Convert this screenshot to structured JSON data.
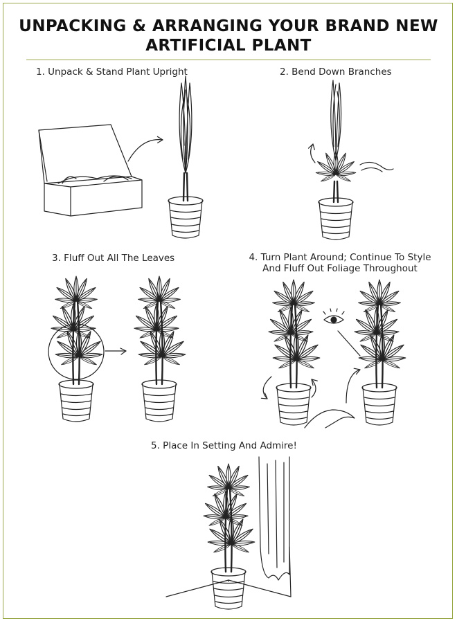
{
  "title": {
    "line1": "UNPACKING & ARRANGING YOUR BRAND NEW",
    "line2": "ARTIFICIAL PLANT"
  },
  "steps": [
    {
      "label": "1. Unpack & Stand Plant Upright"
    },
    {
      "label": "2. Bend Down Branches"
    },
    {
      "label": "3. Fluff Out All The Leaves"
    },
    {
      "line1": "4. Turn Plant Around; Continue To Style",
      "line2": "And Fluff Out Foliage Throughout"
    },
    {
      "label": "5. Place In Setting And Admire!"
    }
  ],
  "colors": {
    "border": "#9aa849",
    "ink": "#222222"
  }
}
